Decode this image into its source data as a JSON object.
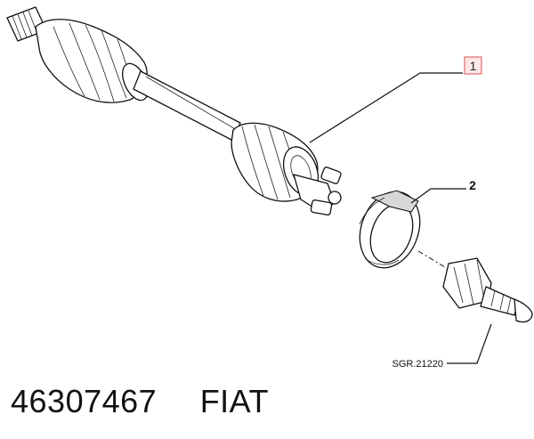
{
  "diagram": {
    "callouts": [
      {
        "id": "callout-1",
        "label": "1"
      },
      {
        "id": "callout-2",
        "label": "2"
      }
    ],
    "reference_code": "SGR.21220"
  },
  "footer": {
    "part_number": "46307467",
    "brand": "FIAT"
  }
}
